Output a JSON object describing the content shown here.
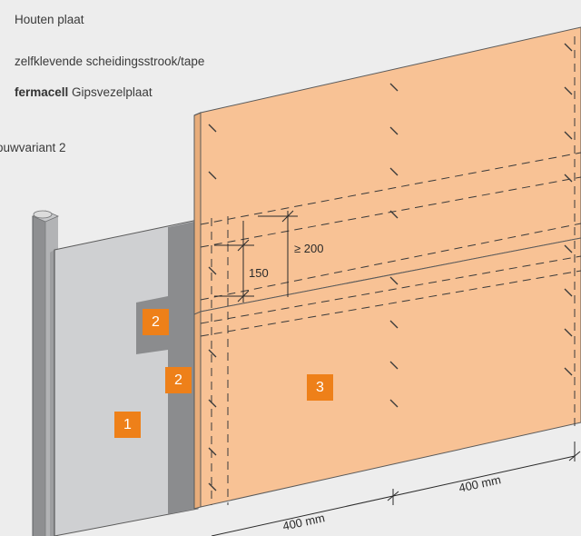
{
  "legend": {
    "item1": "Houten plaat",
    "item2": "zelfklevende scheidingsstrook/tape",
    "item3_brand": "fermacell",
    "item3_rest": " Gipsvezelplaat"
  },
  "variant_label": "ouwvariant  2",
  "callouts": [
    "1",
    "2",
    "2",
    "3"
  ],
  "dimensions": {
    "d150": "150",
    "d200": "≥ 200",
    "d400a": "400 mm",
    "d400b": "400 mm"
  },
  "colors": {
    "board": "#f8c295",
    "board_edge": "#5a5a5a",
    "stud": "#a9aaac",
    "wood_panel": "#cfd0d2",
    "tape": "#8b8c8e",
    "callout": "#ee8019",
    "background": "#ededed"
  }
}
